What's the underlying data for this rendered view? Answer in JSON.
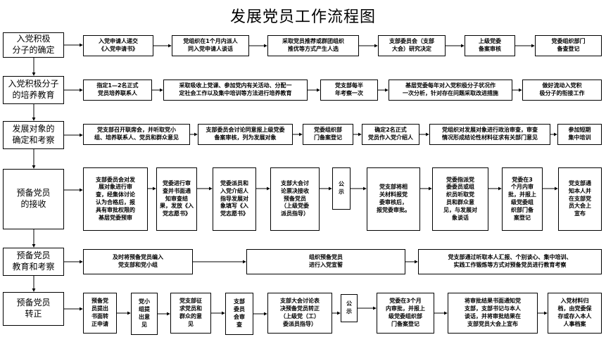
{
  "title": "发展党员工作流程图",
  "stages": [
    "入党积极\n分子的确定",
    "入党积极分子\n的培养教育",
    "发展对象的\n确定和考察",
    "预备党员\n的接收",
    "预备党员\n教育和考察",
    "预备党员\n转正"
  ],
  "row1": [
    "入党申请人递交\n《入党申请书》",
    "党组织在1个月内派人\n同入党申请人谈话",
    "采取党员推荐或群团组织\n推优等方式产生人选",
    "支部委员会（支部\n大会）研究决定",
    "上级党委\n备案审核",
    "党委组织部门\n备查登记"
  ],
  "row2": [
    "指定1—2名正式\n党员培养联系人",
    "采取吸收上党课、参加党内有关活动、分配一\n定社会工作以及集中培训等方法进行培养教育",
    "党支部每半\n年考察一次",
    "基层党委每年对入党积极分子状况作\n一次分析，针对存在问题采取改进措施",
    "做好流动入党积\n极分子的衔接工作"
  ],
  "row3": [
    "党支部召开联席会，并听取党小\n组、培养联系人、党员和群众意见",
    "支部委员会讨论同意报上级党委\n备案审核，列为发展对象",
    "党委组织部\n门备案登记",
    "确定2名正式\n党员作入党介绍人",
    "党组织对发展对象进行政治审查，审查\n情况形成结论性材料征求有关部门意见",
    "参加短期\n集中培训"
  ],
  "row4": [
    "支部委员会对发\n展对象进行审\n查，经集体讨论\n认为合格后，报\n具有审批权限的\n基层党委预审",
    "党委进行审\n查并书面通\n知审查结\n果，发放《入\n党志愿书》",
    "党委派员和\n入党介绍人\n指导发展对\n象填写《入\n党志愿书》",
    "支部大会讨\n论票决接收\n预备党员\n（上级党委\n派员指导）",
    "公\n示",
    "党支部将相\n关材料报党\n委审核后，\n报党委审批。",
    "党委指派党\n委委员或组\n织员听取党\n员和群众意\n见，与发展对\n象谈话",
    "党委在3\n个月内审\n批，并报上\n级党委组\n织部门备\n案登记",
    "党支部通\n知本人并\n在支部党\n员大会上\n宣布"
  ],
  "row5": [
    "及时将预备党员编入\n党支部和党小组",
    "组织预备党员\n进行入党宣誓",
    "党支部通过听取本人汇报、个别谈心、集中培训、\n实践工作锻炼等方式对预备党员进行教育考察"
  ],
  "row6": [
    "预备党\n员提出\n书面转\n正申请",
    "党小\n组提\n出意\n见",
    "党支部征\n求党员和\n群众的意\n见",
    "支部\n委员\n会审\n查",
    "支部大会讨论表\n决预备党员转正\n（上级党（工）\n委派员指导）",
    "公\n示",
    "党委在3个月\n内审批，并报上\n级党委组织部\n门备案登记",
    "将审批结果书面通知党\n支部，支部书记与本人\n谈话，并将审批结果在\n支部党员大会上宣布",
    "入党材料归\n档，由党委保\n存或存入本人\n人事档案"
  ]
}
